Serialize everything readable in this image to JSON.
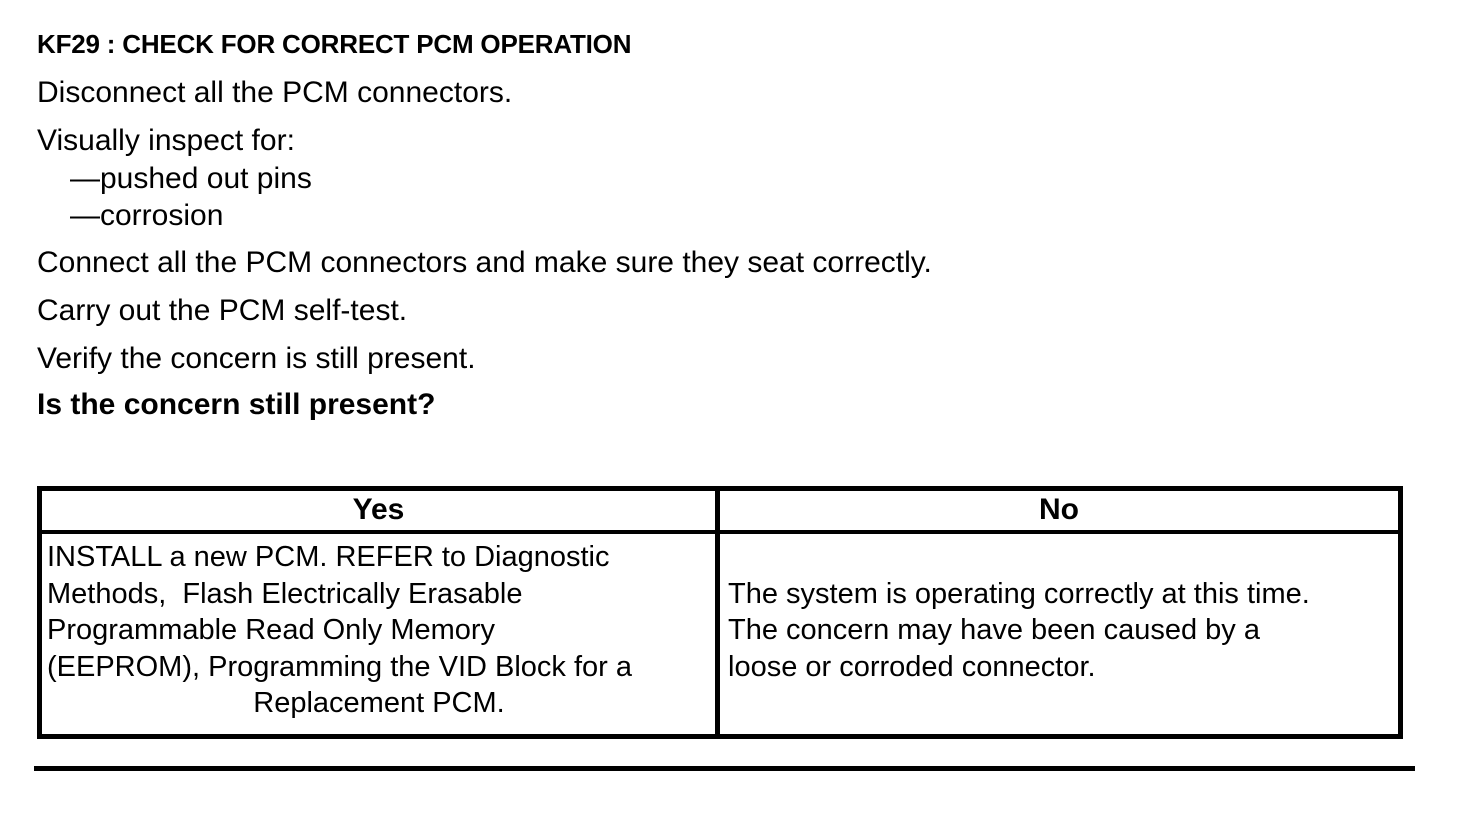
{
  "document": {
    "title": "KF29 : CHECK FOR CORRECT PCM OPERATION",
    "body": {
      "step_1": "Disconnect all the PCM connectors.",
      "step_2": "Visually inspect for:",
      "inspection_items": [
        "—pushed out pins",
        "—corrosion"
      ],
      "step_3": "Connect all the PCM connectors and make sure they seat correctly.",
      "step_4": "Carry out the PCM self-test.",
      "step_5": "Verify the concern is still present.",
      "question": "Is the concern still present?"
    },
    "result_table": {
      "yes_header": "Yes",
      "no_header": "No",
      "yes_lines": [
        "INSTALL a new PCM. REFER to Diagnostic",
        "Methods,  Flash Electrically Erasable",
        "Programmable Read Only Memory",
        "(EEPROM), Programming the VID Block for a",
        "Replacement PCM."
      ],
      "yes_action_full": "INSTALL a new PCM. REFER to Diagnostic Methods, Flash Electrically Erasable Programmable Read Only Memory (EEPROM), Programming the VID Block for a Replacement PCM.",
      "no_lines": [
        "The system is operating correctly at this time.",
        "The concern may have been caused by a",
        "loose or corroded connector."
      ],
      "no_action_full": "The system is operating correctly at this time. The concern may have been caused by a loose or corroded connector."
    },
    "colors": {
      "text": "#000000",
      "background": "#ffffff",
      "border": "#000000"
    }
  }
}
